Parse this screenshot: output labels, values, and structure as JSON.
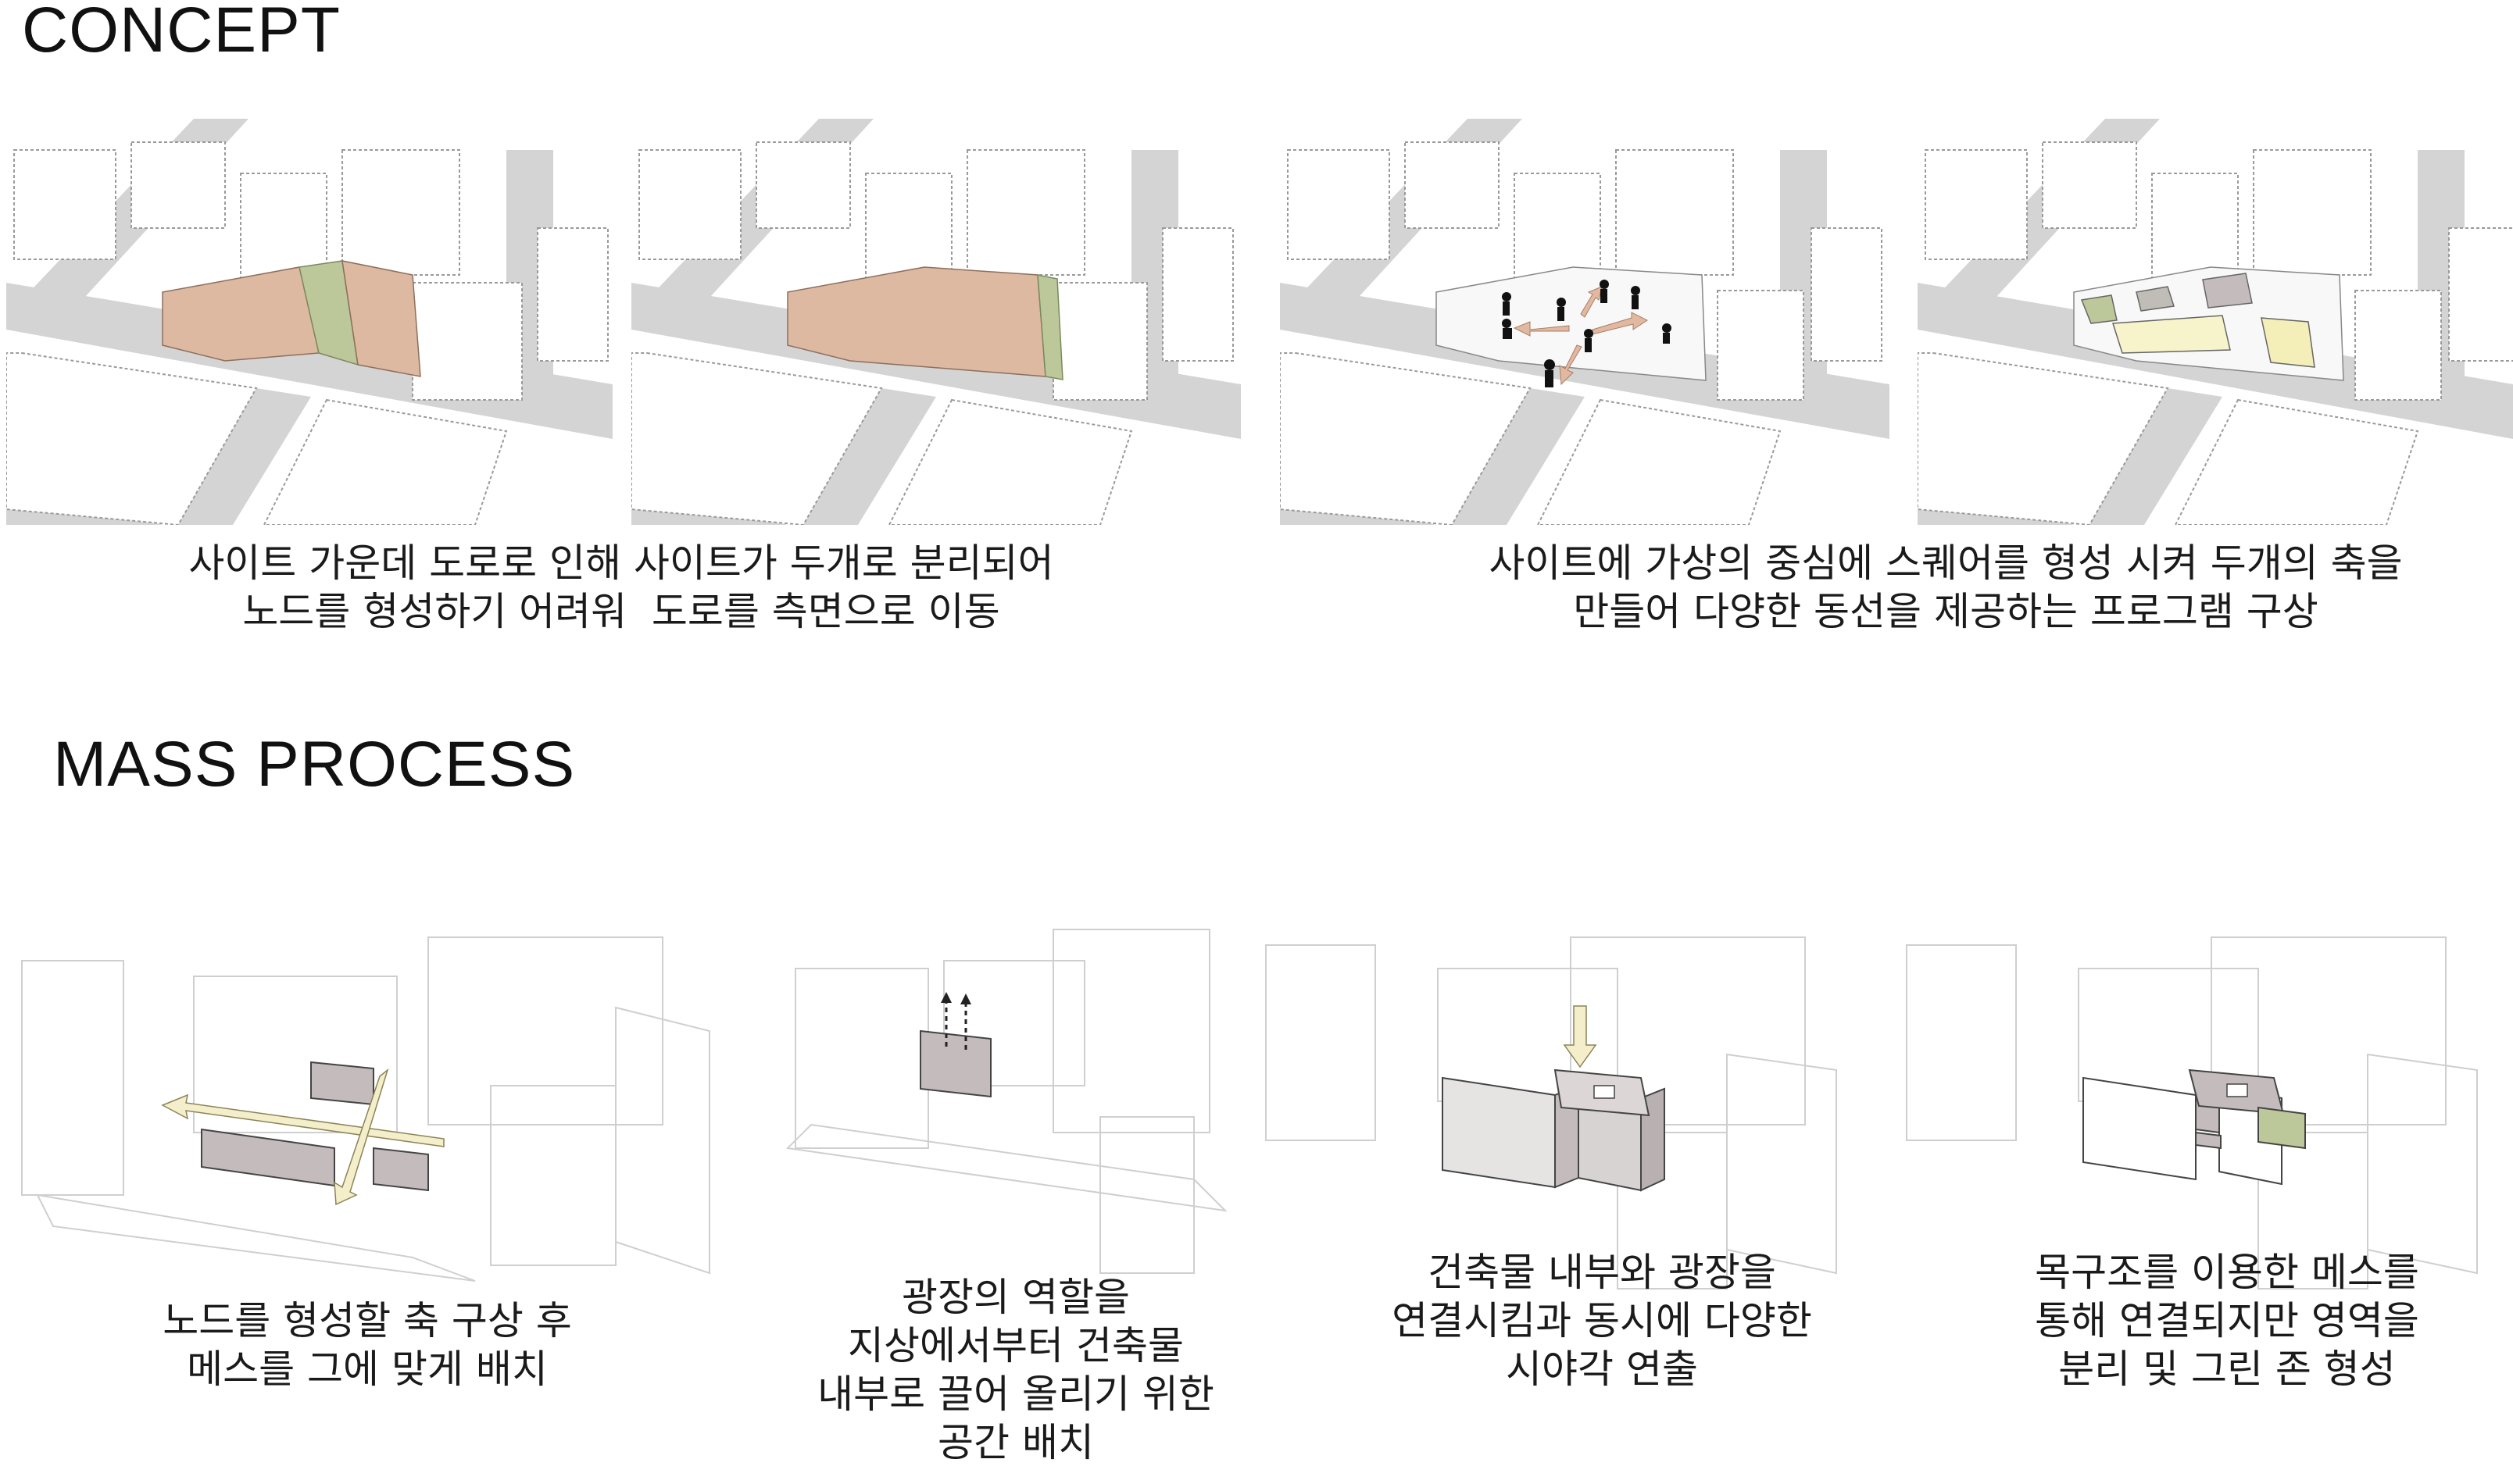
{
  "sections": {
    "concept": {
      "title": "CONCEPT",
      "captions": [
        {
          "lines": [
            "사이트 가운데 도로로 인해 사이트가 두개로 분리되어",
            "노드를 형성하기 어려워  도로를 측면으로 이동"
          ]
        },
        {
          "lines": [
            "사이트에 가상의 중심에 스퀘어를 형성 시켜 두개의 축을",
            "만들어 다양한 동선을 제공하는 프로그램 구상"
          ]
        }
      ]
    },
    "mass_process": {
      "title": "MASS PROCESS",
      "captions": [
        {
          "lines": [
            "노드를 형성할 축 구상 후",
            "메스를 그에 맞게 배치"
          ]
        },
        {
          "lines": [
            "광장의 역할을",
            "지상에서부터 건축물",
            "내부로 끌어 올리기 위한",
            "공간 배치"
          ]
        },
        {
          "lines": [
            "건축물 내부와 광장을",
            "연결시킴과 동시에 다양한",
            "시야각 연출"
          ]
        },
        {
          "lines": [
            "목구조를 이용한 메스를",
            "통해 연결되지만 영역을",
            "분리 및 그린 존 형성"
          ]
        }
      ]
    }
  },
  "colors": {
    "site_fill": "#deb9a1",
    "road_fill": "#d4d4d4",
    "green_zone": "#bcc79a",
    "plaza_yellow": "#f7f3cb",
    "mass_gray": "#c4bcbc",
    "arrow_yellow": "#f4eecb",
    "flow_orange": "#e2b8a0"
  }
}
